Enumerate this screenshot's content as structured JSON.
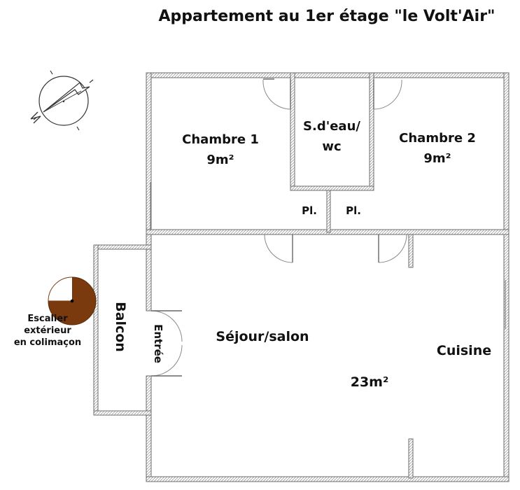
{
  "title": "Appartement au 1er étage \"le Volt'Air\"",
  "rooms": {
    "chambre1_name": "Chambre 1",
    "chambre1_area": "9m²",
    "sdeau_line1": "S.d'eau/",
    "sdeau_line2": "wc",
    "chambre2_name": "Chambre 2",
    "chambre2_area": "9m²",
    "placard1": "Pl.",
    "placard2": "Pl.",
    "sejour_name": "Séjour/salon",
    "sejour_area": "23m²",
    "cuisine_name": "Cuisine",
    "balcon_name": "Balcon",
    "entree_name": "Entrée"
  },
  "stair": {
    "line1": "Escalier",
    "line2": "extérieur",
    "line3": "en colimaçon",
    "color": "#7a3a0e"
  },
  "compass": {
    "north_letter": "N"
  }
}
